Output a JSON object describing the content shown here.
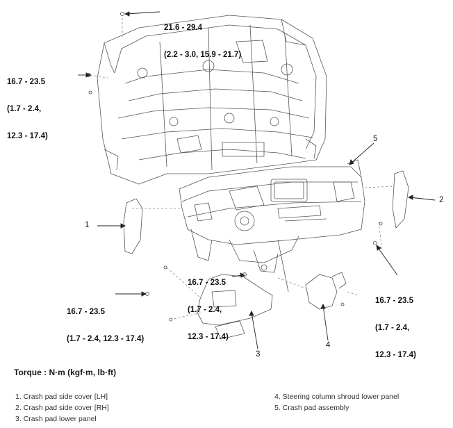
{
  "torque_labels": {
    "top": [
      "21.6 - 29.4",
      "(2.2 - 3.0, 15.9 - 21.7)"
    ],
    "left_upper": [
      "16.7 - 23.5",
      "(1.7 - 2.4,",
      "12.3 - 17.4)"
    ],
    "center": [
      "16.7 - 23.5",
      "(1.7 - 2.4,",
      "12.3 - 17.4)"
    ],
    "left_lower": [
      "16.7 - 23.5",
      "(1.7 - 2.4, 12.3 - 17.4)"
    ],
    "right_lower": [
      "16.7 - 23.5",
      "(1.7 - 2.4,",
      "12.3 - 17.4)"
    ]
  },
  "callouts": [
    "1",
    "2",
    "3",
    "4",
    "5"
  ],
  "torque_unit": "Torque : N·m (kgf·m, lb·ft)",
  "legend_left": [
    "1. Crash pad side cover [LH]",
    "2. Crash pad side cover [RH]",
    "3. Crash pad lower panel"
  ],
  "legend_right": [
    "4. Steering column shroud lower panel",
    "5. Crash pad assembly"
  ]
}
